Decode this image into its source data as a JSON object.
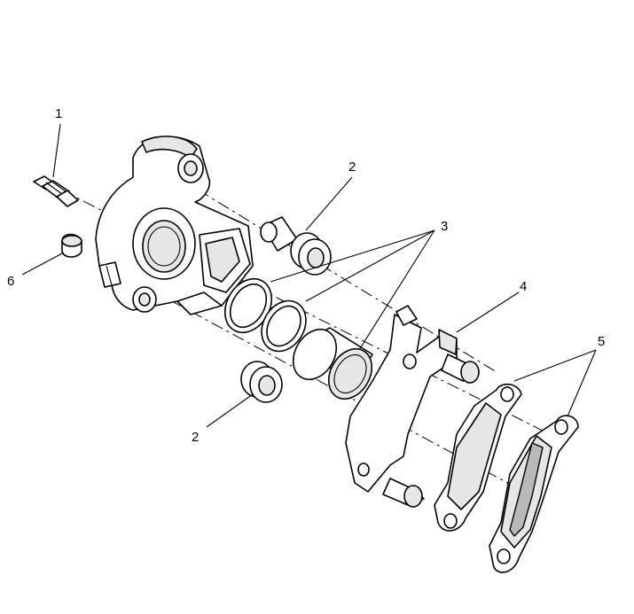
{
  "callouts": {
    "c1": "1",
    "c2a": "2",
    "c2b": "2",
    "c3": "3",
    "c4": "4",
    "c5": "5",
    "c6": "6"
  },
  "colors": {
    "line": "#000000",
    "background": "#ffffff",
    "shade": "#e6e6e6"
  }
}
